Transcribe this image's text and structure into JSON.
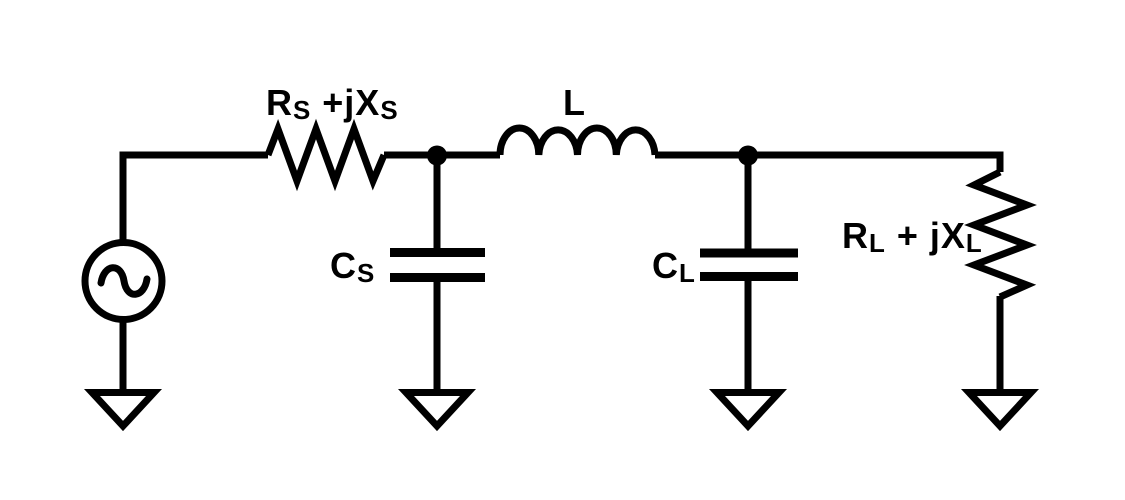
{
  "diagram": {
    "kind": "circuit-schematic",
    "description": "L/Pi impedance matching network between complex source and complex load",
    "background_color": "#ffffff",
    "line_color": "#000000",
    "text_color": "#000000"
  },
  "labels": {
    "source_impedance": {
      "text": "R",
      "sub": "S",
      "text2": " +jX",
      "sub2": "S"
    },
    "source_capacitor": {
      "text": "C",
      "sub": "S"
    },
    "inductor": {
      "text": "L"
    },
    "load_capacitor": {
      "text": "C",
      "sub": "L"
    },
    "load_impedance": {
      "text": "R",
      "sub": "L",
      "text2": " + jX",
      "sub2": "L"
    }
  },
  "components": {
    "ac_source_icon": "ac-voltage-source",
    "source_resistor_icon": "zigzag-resistor-horizontal",
    "source_capacitor_icon": "shunt-capacitor",
    "inductor_icon": "series-inductor-4-loops",
    "load_capacitor_icon": "shunt-capacitor",
    "load_resistor_icon": "zigzag-resistor-vertical",
    "ground_icon": "open-triangle-ground",
    "ground_count": 4,
    "junction_dot_count": 2
  }
}
